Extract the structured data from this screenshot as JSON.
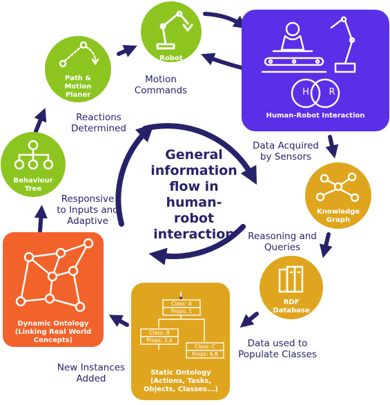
{
  "title": [
    "General",
    "information",
    "flow in human-",
    "robot",
    "interaction"
  ],
  "nodes": {
    "robot": "Robot",
    "hri": "Human-Robot Interaction",
    "hri_h": "H",
    "hri_r": "R",
    "knowledge_graph": [
      "Knowledge",
      "Graph"
    ],
    "rdf_database": [
      "RDF",
      "Database"
    ],
    "static_ontology": [
      "Static Ontology",
      "(Actions, Tasks,",
      "Objects, Classes...)"
    ],
    "dynamic_ontology": [
      "Dynamic Ontology",
      "(Linking Real World",
      "Concepts)"
    ],
    "behaviour_tree": [
      "Behaviour",
      "Tree"
    ],
    "path_motion_planer": [
      "Path &",
      "Motion",
      "Planer"
    ]
  },
  "class_boxes": {
    "a_name": "Class: A",
    "a_props": "Props: 1",
    "b_name": "Class: B",
    "b_props": "Props: 3,4",
    "c_name": "Class: C",
    "c_props": "Props: 6,8"
  },
  "edge_labels": {
    "motion_commands": [
      "Motion",
      "Commands"
    ],
    "reactions_determined": [
      "Reactions",
      "Determined"
    ],
    "data_acquired": [
      "Data Acquired",
      "by Sensors"
    ],
    "reasoning_queries": [
      "Reasoning and",
      "Queries"
    ],
    "data_populate": [
      "Data used to",
      "Populate Classes"
    ],
    "new_instances": [
      "New Instances",
      "Added"
    ],
    "responsive": [
      "Responsive",
      "to Inputs and",
      "Adaptive"
    ]
  },
  "colors": {
    "navy": "#26226a",
    "green": "#8cc520",
    "purple": "#5b2ee8",
    "gold": "#e0a51f",
    "orange": "#f2622b"
  }
}
